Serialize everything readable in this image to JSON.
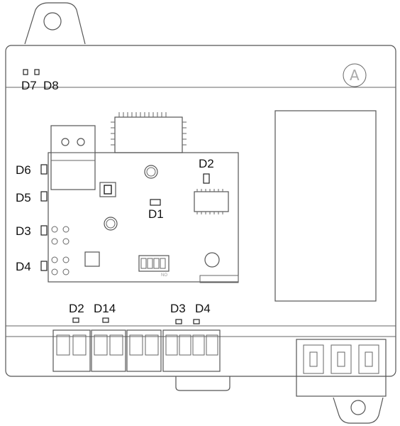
{
  "logo": {
    "letter": "A"
  },
  "leds": {
    "top_left": [
      "D7",
      "D8"
    ],
    "left_side": [
      "D6",
      "D5",
      "D3",
      "D4"
    ],
    "pcb_d2": "D2",
    "pcb_d1": "D1",
    "bottom": [
      "D2",
      "D14",
      "D3",
      "D4"
    ]
  },
  "dip_switch": {
    "caption": "NO"
  }
}
